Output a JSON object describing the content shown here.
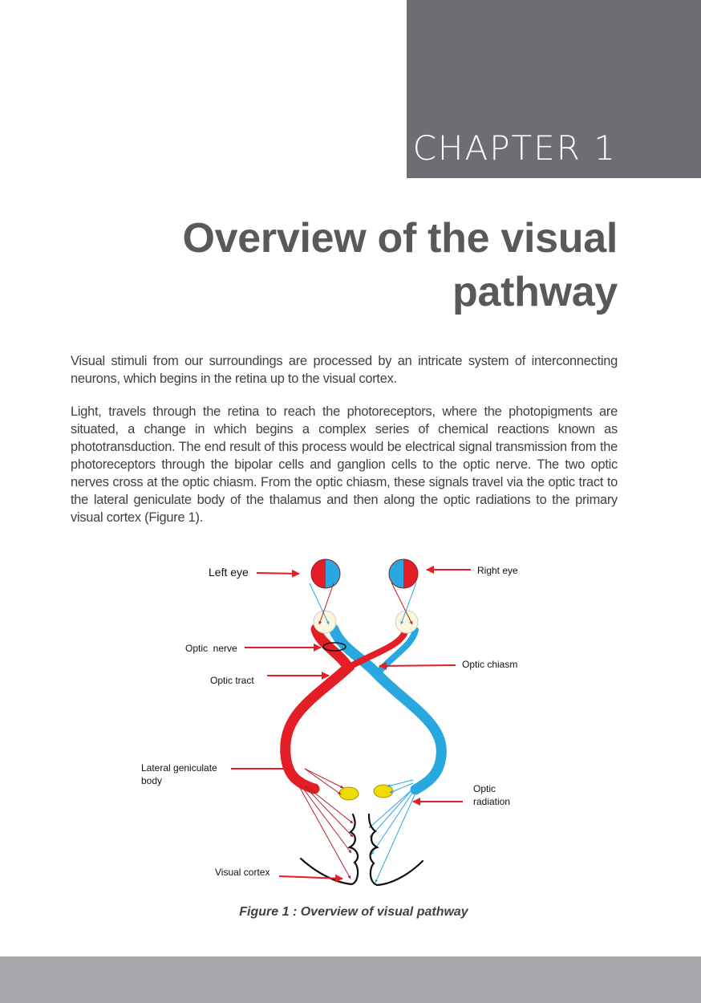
{
  "header": {
    "chapter": "CHAPTER 1"
  },
  "title": {
    "line1": "Overview of the visual",
    "line2": "pathway"
  },
  "body": {
    "paragraphs": [
      "Visual stimuli from our surroundings are processed by an intricate system of interconnecting neurons, which begins in the retina up to the visual cortex.",
      "Light, travels through the retina to reach the photoreceptors, where the photopigments are situated, a change in which begins a complex series of chemical reactions known as phototransduction. The end result of this process would be electrical signal transmission from the photoreceptors through the bipolar cells and ganglion cells to the optic nerve. The two optic nerves cross at the optic chiasm. From the optic chiasm, these signals travel via the optic tract to the lateral geniculate body of the thalamus and then along the optic radiations to the primary visual cortex (Figure 1)."
    ]
  },
  "figure": {
    "labels": {
      "left_eye": "Left eye",
      "right_eye": "Right eye",
      "optic_nerve": "Optic  nerve",
      "optic_tract": "Optic tract",
      "optic_chiasm": "Optic chiasm",
      "lgb_line1": "Lateral geniculate",
      "lgb_line2": "body",
      "radiation_line1": "Optic",
      "radiation_line2": "radiation",
      "visual_cortex": "Visual cortex"
    },
    "caption": "Figure 1 : Overview of visual pathway",
    "colors": {
      "red": "#e31e26",
      "blue": "#29a8e0",
      "yellow": "#f2dc00",
      "lens": "#fbf6dc"
    }
  }
}
